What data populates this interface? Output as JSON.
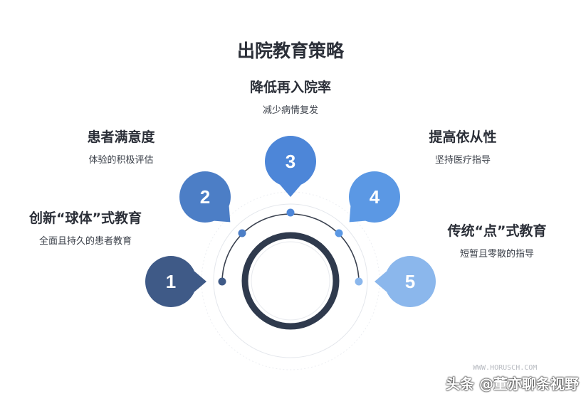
{
  "title": "出院教育策略",
  "strategies": [
    {
      "number": "1",
      "heading": "创新“球体”式教育",
      "description": "全面且持久的患者教育",
      "color": "#3f5a87"
    },
    {
      "number": "2",
      "heading": "患者满意度",
      "description": "体验的积极评估",
      "color": "#4c7ec6"
    },
    {
      "number": "3",
      "heading": "降低再入院率",
      "description": "减少病情复发",
      "color": "#4d86d8"
    },
    {
      "number": "4",
      "heading": "提高依从性",
      "description": "坚持医疗指导",
      "color": "#5b98e4"
    },
    {
      "number": "5",
      "heading": "传统“点”式教育",
      "description": "短暂且零散的指导",
      "color": "#8bb7ec"
    }
  ],
  "watermark": {
    "url": "WWW.HORUSCH.COM",
    "text": "头条 @董亦聊条视野"
  }
}
